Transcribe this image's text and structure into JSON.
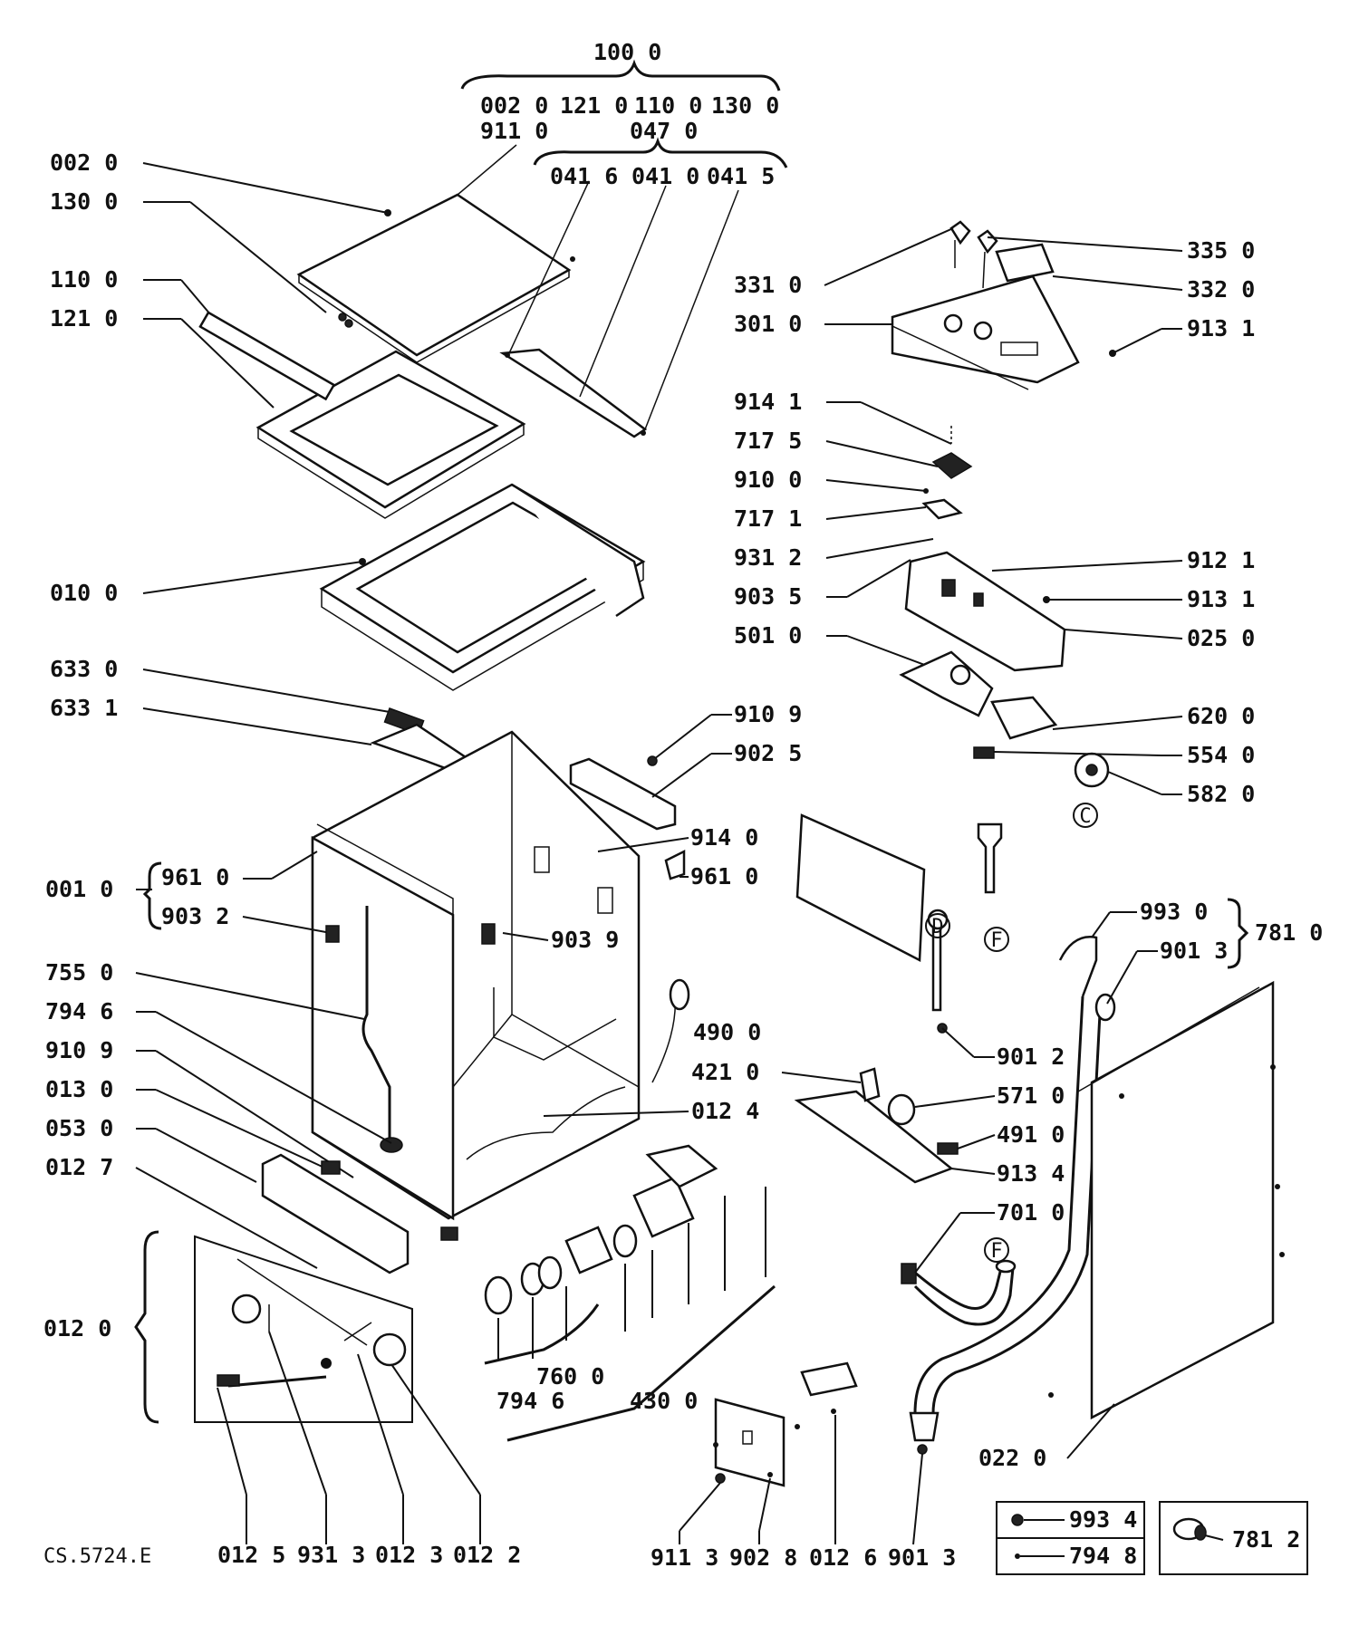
{
  "document_code": "CS.5724.E",
  "top_group": {
    "label": "100 0",
    "row1": [
      "002 0",
      "121 0",
      "110 0",
      "130 0"
    ],
    "row2a": "911 0",
    "row2b": "047 0",
    "sub": [
      "041 6",
      "041 0",
      "041 5"
    ]
  },
  "left_labels": [
    "002 0",
    "130 0",
    "110 0",
    "121 0",
    "010 0",
    "633 0",
    "633 1",
    "755 0",
    "794 6",
    "910 9",
    "013 0",
    "053 0",
    "012 7"
  ],
  "group_001": {
    "label": "001 0",
    "items": [
      "961 0",
      "903 2"
    ]
  },
  "group_012": {
    "label": "012 0"
  },
  "right_upper_labels": {
    "left_col": [
      "331 0",
      "301 0",
      "914 1",
      "717 5",
      "910 0",
      "717 1",
      "931 2",
      "903 5",
      "501 0"
    ],
    "right_col": [
      "335 0",
      "332 0",
      "913 1",
      "912 1",
      "913 1",
      "025 0",
      "620 0",
      "554 0",
      "582 0"
    ]
  },
  "middle_labels": [
    "910 9",
    "902 5",
    "914 0",
    "961 0",
    "903 9",
    "490 0",
    "421 0",
    "012 4"
  ],
  "right_lower_labels": [
    "571 0",
    "491 0",
    "913 4",
    "701 0",
    "901 2"
  ],
  "group_781": {
    "label": "781 0",
    "items": [
      "993 0",
      "901 3"
    ]
  },
  "pump_labels": [
    "760 0",
    "794 6",
    "430 0"
  ],
  "bottom_labels": [
    "012 5",
    "931 3",
    "012 3",
    "012 2",
    "911 3",
    "902 8",
    "012 6",
    "901 3"
  ],
  "label_022": "022 0",
  "callouts": [
    "C",
    "D",
    "F",
    "F"
  ],
  "legend_box1": [
    "993 4",
    "794 8"
  ],
  "legend_box2": "781 2"
}
